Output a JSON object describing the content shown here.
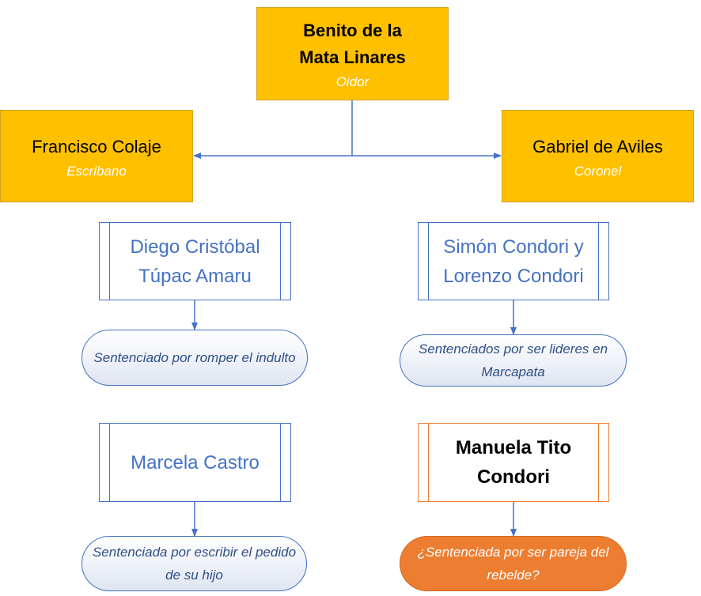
{
  "officials": {
    "top": {
      "name": "Benito de la Mata Linares",
      "role": "Oidor"
    },
    "left": {
      "name": "Francisco Colaje",
      "role": "Escribano"
    },
    "right": {
      "name": "Gabriel de Aviles",
      "role": "Coronel"
    }
  },
  "convicts": [
    {
      "name": "Diego Cristóbal Túpac Amaru",
      "sentence": "Sentenciado por romper el indulto"
    },
    {
      "name": "Simón Condori y Lorenzo Condori",
      "sentence": "Sentenciados por ser lideres en Marcapata"
    },
    {
      "name": "Marcela Castro",
      "sentence": "Sentenciada por escribir el pedido de su hijo"
    },
    {
      "name": "Manuela Tito Condori",
      "sentence": "¿Sentenciada por ser pareja del rebelde?"
    }
  ],
  "colors": {
    "official_fill": "#ffc000",
    "official_role_text": "#ffffff",
    "flow_blue": "#4472c4",
    "highlight_orange": "#ed7d31"
  }
}
